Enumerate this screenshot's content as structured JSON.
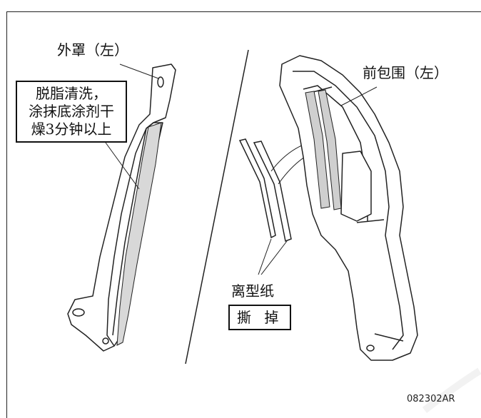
{
  "labels": {
    "outer_cover": "外罩（左）",
    "front_bumper": "前包围（左）",
    "instruction_lines": [
      "脱脂清洗，",
      "涂抹底涂剂干",
      "燥3分钟以上"
    ],
    "release_paper": "离型纸",
    "remove": "撕 掉",
    "figure_code": "082302AR"
  }
}
